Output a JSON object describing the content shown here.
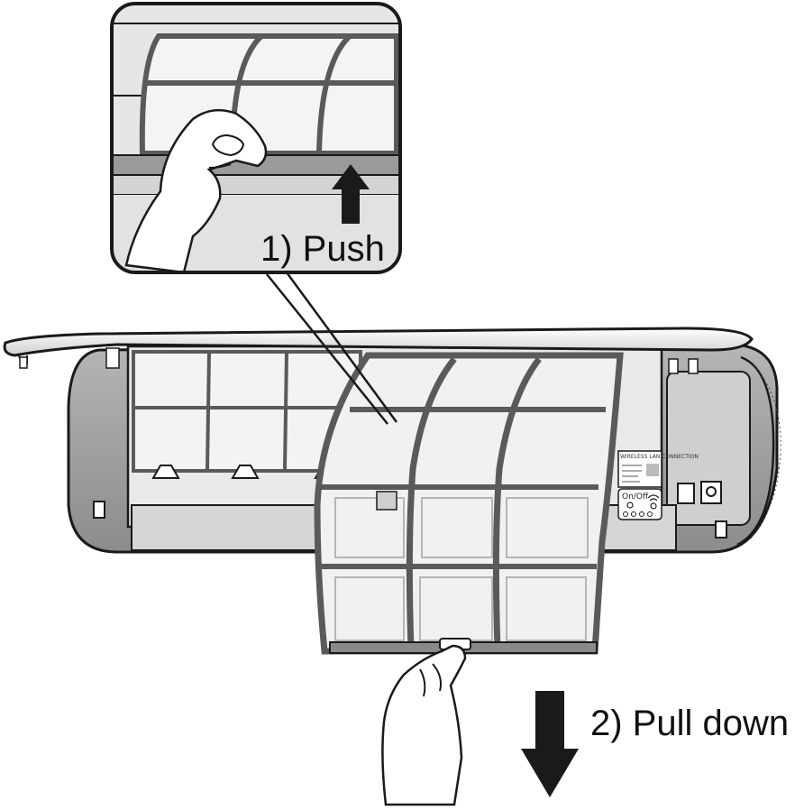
{
  "steps": {
    "push": "1) Push",
    "pull": "2) Pull down"
  },
  "panel": {
    "wlan_title": "WIRELESS LAN CONNECTION",
    "onoff": "On/Off"
  },
  "colors": {
    "ink": "#1a1a1a",
    "body_gray": "#9a9a9a",
    "interior": "#e9e9e9",
    "filter_frame": "#5a5a5a",
    "mesh": "#f1f1f1",
    "skin": "#ffffff"
  }
}
